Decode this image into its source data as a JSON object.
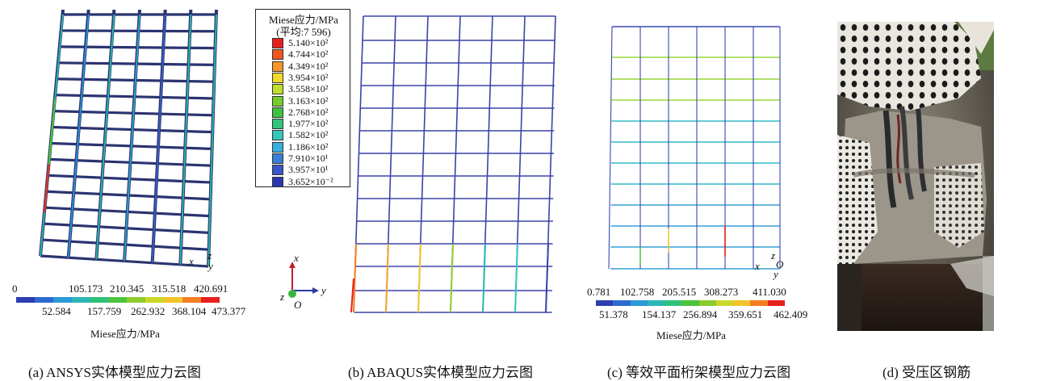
{
  "captions": {
    "a": "(a) ANSYS实体模型应力云图",
    "b": "(b) ABAQUS实体模型应力云图",
    "c": "(c) 等效平面桁架模型应力云图",
    "d": "(d) 受压区钢筋"
  },
  "legend_b": {
    "title1": "Miese应力/MPa",
    "title2": "(平均:7 596)",
    "values": [
      "5.140×10²",
      "4.744×10²",
      "4.349×10²",
      "3.954×10²",
      "3.558×10²",
      "3.163×10²",
      "2.768×10²",
      "1.977×10²",
      "1.582×10²",
      "1.186×10²",
      "7.910×10¹",
      "3.957×10¹",
      "3.652×10⁻²"
    ],
    "colors": [
      "#e8201c",
      "#f0561e",
      "#f6962a",
      "#f2d82a",
      "#bfe02a",
      "#74cc2c",
      "#3cc43e",
      "#33c47e",
      "#36c6bc",
      "#39aee0",
      "#3a7ed8",
      "#3a56c8",
      "#2c38ae"
    ]
  },
  "colorbar_a": {
    "top_labels": [
      "0",
      "105.173",
      "210.345",
      "315.518",
      "420.691"
    ],
    "bottom_labels": [
      "52.584",
      "157.759",
      "262.932",
      "368.104",
      "473.377"
    ],
    "title": "Miese应力/MPa",
    "colors": [
      "#2b3fb0",
      "#2e6bd0",
      "#2b9ad8",
      "#2bb6b4",
      "#30c07a",
      "#4cc43c",
      "#8ccc2e",
      "#cad82a",
      "#f0c42a",
      "#f47e22",
      "#e8201c"
    ]
  },
  "colorbar_c": {
    "top_labels": [
      "0.781",
      "102.758",
      "205.515",
      "308.273",
      "411.030"
    ],
    "bottom_labels": [
      "51.378",
      "154.137",
      "256.894",
      "359.651",
      "462.409"
    ],
    "title": "Miese应力/MPa",
    "colors": [
      "#2b3fb0",
      "#2e6bd0",
      "#2b9ad8",
      "#2bb6b4",
      "#30c07a",
      "#4cc43c",
      "#8ccc2e",
      "#cad82a",
      "#f0c42a",
      "#f47e22",
      "#e8201c"
    ]
  },
  "axes_a": {
    "x": "x",
    "z": "z",
    "y": "y"
  },
  "axes_b": {
    "x": "x",
    "y": "y",
    "z": "z",
    "o": "O"
  },
  "axes_c": {
    "x": "x",
    "z": "z",
    "o": "O",
    "y": "y"
  },
  "colors": {
    "grid_dark": "#2b3470",
    "grid_b": "#3a44a8"
  }
}
